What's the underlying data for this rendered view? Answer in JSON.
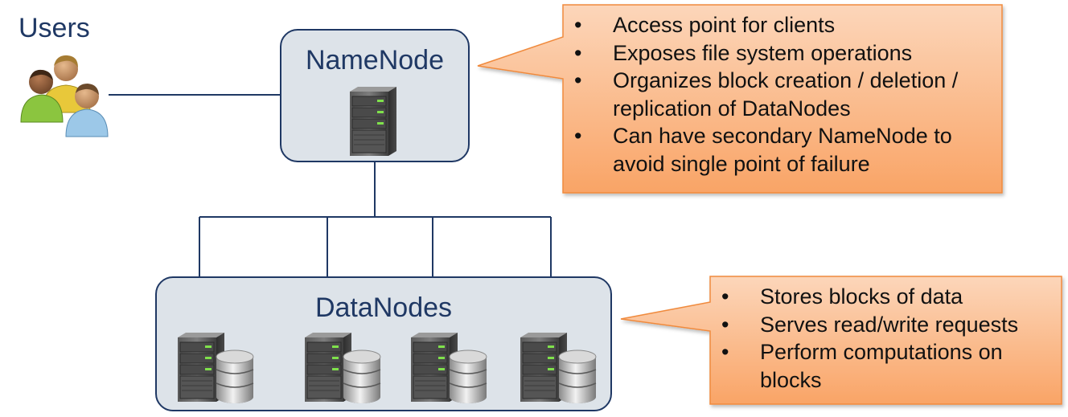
{
  "users": {
    "label": "Users"
  },
  "namenode": {
    "title": "NameNode",
    "callout": [
      "Access point for clients",
      "Exposes file system operations",
      "Organizes block creation / deletion / replication of DataNodes",
      "Can have secondary NameNode to avoid single point of failure"
    ]
  },
  "datanodes": {
    "title": "DataNodes",
    "callout": [
      "Stores blocks of data",
      "Serves read/write requests",
      "Perform computations on blocks"
    ]
  },
  "colors": {
    "node_fill": "#dde3e9",
    "node_border": "#1f3864",
    "callout_fill_top": "#fccfb0",
    "callout_fill_bottom": "#f9a46a",
    "callout_border": "#f08a3c",
    "connector": "#1f3864"
  },
  "icons": [
    "users-icon",
    "server-icon",
    "database-icon"
  ]
}
